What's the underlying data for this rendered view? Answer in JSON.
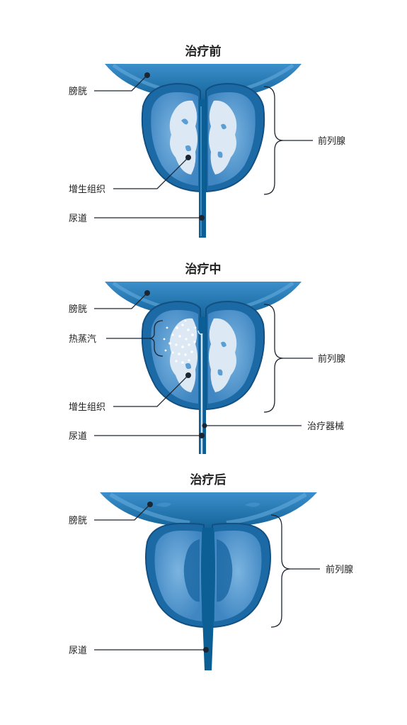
{
  "colors": {
    "bladder_dark": "#0f5f93",
    "bladder_light": "#2e86c1",
    "capsule": "#1b6aa5",
    "lobe": "#5b9ed3",
    "hyperplasia": "#dce9f5",
    "urethra": "#0c5f94",
    "label_text": "#222222",
    "leader_line": "#1d2530"
  },
  "panels": [
    {
      "title": "治疗前",
      "labels": {
        "bladder": "膀胱",
        "tissue": "增生组织",
        "urethra": "尿道",
        "prostate": "前列腺"
      }
    },
    {
      "title": "治疗中",
      "labels": {
        "bladder": "膀胱",
        "steam": "热蒸汽",
        "tissue": "增生组织",
        "urethra": "尿道",
        "prostate": "前列腺",
        "device": "治疗器械"
      }
    },
    {
      "title": "治疗后",
      "labels": {
        "bladder": "膀胱",
        "urethra": "尿道",
        "prostate": "前列腺"
      }
    }
  ]
}
